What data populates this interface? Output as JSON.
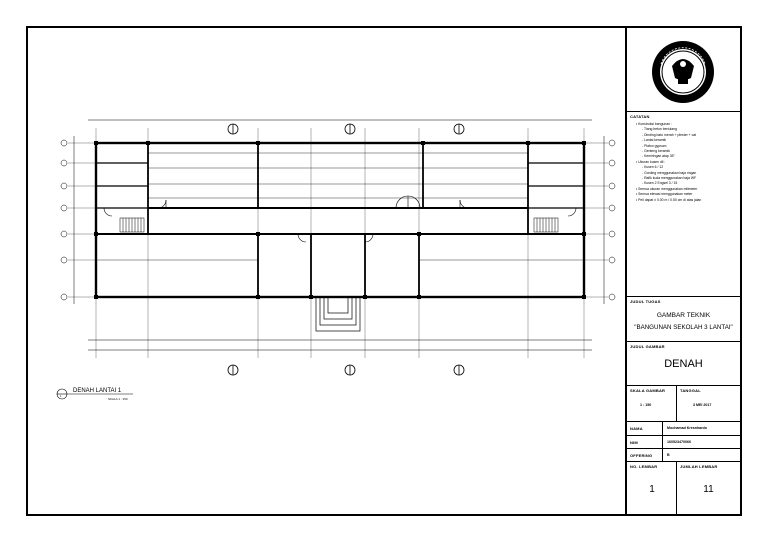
{
  "titleblock": {
    "catatan_label": "CATATAN",
    "notes": [
      {
        "text": "Konstruksi bangunan :",
        "sub": false
      },
      {
        "text": "Tiang beton bertulang",
        "sub": true
      },
      {
        "text": "Dinding batu merah + plester + cat",
        "sub": true
      },
      {
        "text": "Lantai keramik",
        "sub": true
      },
      {
        "text": "Plafon gypsum",
        "sub": true
      },
      {
        "text": "Genteng keramik",
        "sub": true
      },
      {
        "text": "Kemiringan atap 35°",
        "sub": true
      },
      {
        "text": "Ukuran kusen dll :",
        "sub": false
      },
      {
        "text": "Kusen 6 / 12",
        "sub": true
      },
      {
        "text": "Gording menggunakan baja ringan",
        "sub": true
      },
      {
        "text": "Rafik kuda menggunakan baja WF",
        "sub": true
      },
      {
        "text": "Kusen 2 Engsel 3 / 15",
        "sub": true
      },
      {
        "text": "Semua ukuran menggunakan milimeter",
        "sub": false
      },
      {
        "text": "Semua elevasi menggunakan meter",
        "sub": false
      },
      {
        "text": "Peil dapat ± 0.00 m / 0.50 cm di atas jalan",
        "sub": false
      }
    ],
    "judul_label": "JUDUL TUGAS",
    "judul_line1": "GAMBAR TEKNIK",
    "judul_line2": "\"BANGUNAN SEKOLAH 3 LANTAI\"",
    "judul_gambar_label": "JUDUL GAMBAR",
    "judul_gambar": "DENAH",
    "skala_label": "SKALA GAMBAR",
    "skala": "1 : 150",
    "tanggal_label": "TANGGAL",
    "tanggal": "3 MEI 2017",
    "nama_label": "NAMA",
    "nama": "Mochamad Kresnhardo",
    "nim_label": "NIM",
    "nim": "160523470066",
    "offering_label": "OFFERING",
    "offering": "B",
    "no_lembar_label": "NO. LEMBAR",
    "no_lembar": "1",
    "jumlah_lembar_label": "JUMLAH LEMBAR",
    "jumlah_lembar": "11"
  },
  "drawing": {
    "caption": "DENAH LANTAI 1",
    "caption_scale": "SKALA 1 : 150",
    "caption_tag": "1"
  }
}
